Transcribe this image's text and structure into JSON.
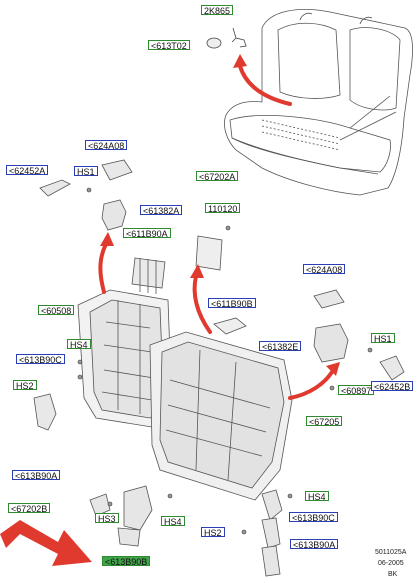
{
  "labels": {
    "l_2k865": "2K865",
    "l_613t02": "<613T02",
    "l_624a08_top": "<624A08",
    "l_62452a_left": "<62452A",
    "l_hs1_left": "HS1",
    "l_61382a": "<61382A",
    "l_67202a": "<67202A",
    "l_110120": "110120",
    "l_611b90a": "<611B90A",
    "l_60508": "<60508",
    "l_624a08_right": "<624A08",
    "l_611b90b": "<611B90B",
    "l_hs4_mid": "HS4",
    "l_613b90c_left": "<613B90C",
    "l_61382e": "<61382E",
    "l_hs1_right": "HS1",
    "l_hs2_left": "HS2",
    "l_60897": "<60897",
    "l_62452b": "<62452B",
    "l_67205": "<67205",
    "l_613b90a_left": "<613B90A",
    "l_67202b": "<67202B",
    "l_hs3": "HS3",
    "l_hs4_bottom": "HS4",
    "l_hs4_right": "HS4",
    "l_hs2_right": "HS2",
    "l_613b90c_right": "<613B90C",
    "l_613b90a_right": "<613B90A",
    "l_613b90b": "<613B90B"
  },
  "footer": {
    "code": "5011025A",
    "date": "06-2005",
    "suffix": "BK"
  },
  "colors": {
    "blue_border": "#2a3fb5",
    "green_border": "#2f8a2f",
    "highlight_fill": "#3fa34a",
    "arrow_red": "#e03a2f"
  }
}
